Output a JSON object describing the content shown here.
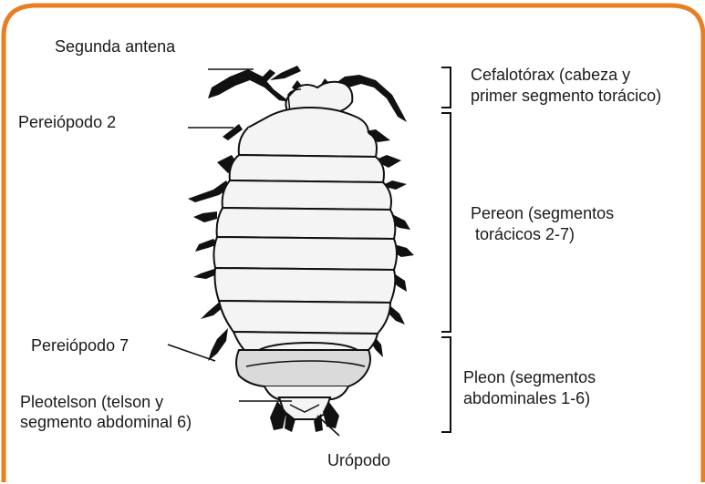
{
  "labels": {
    "segunda_antena": "Segunda antena",
    "pereiopodo_2": "Pereiópodo 2",
    "pereiopodo_7": "Pereiópodo 7",
    "pleotelson_1": "Pleotelson (telson y",
    "pleotelson_2": "segmento abdominal 6)",
    "uropodo": "Urópodo",
    "cefalotorax_1": "Cefalotórax (cabeza y",
    "cefalotorax_2": "primer segmento torácico)",
    "pereon_1": "Pereon (segmentos",
    "pereon_2": " torácicos 2-7)",
    "pleon_1": "Pleon (segmentos",
    "pleon_2": "abdominales 1-6)"
  },
  "colors": {
    "frame": "#E87F22",
    "body_fill": "#F4F4F4",
    "plate_fill": "#DADADA",
    "ink": "#111111"
  }
}
